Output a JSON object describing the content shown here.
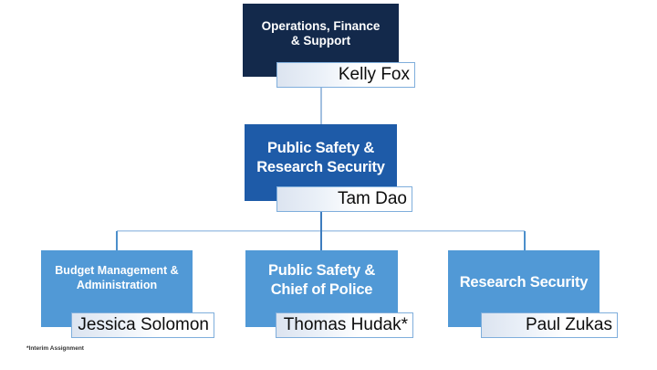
{
  "colors": {
    "navy": "#13294B",
    "blue": "#1E5BA8",
    "lightblue": "#5199D6",
    "plateborder": "#7FAEDC",
    "plate1": "#DCE4F0",
    "plate2": "#FFFFFF",
    "rail": "#A9C8E8",
    "vpale": "#A3C0E0",
    "vdark": "#3D7CBE",
    "vside": "#4C8FCB",
    "ink": "#0D0D0D"
  },
  "org": {
    "root": {
      "line1": "Operations, Finance",
      "line2": "& Support",
      "name": "Kelly Fox"
    },
    "manager": {
      "line1": "Public Safety &",
      "line2": "Research Security",
      "name": "Tam Dao"
    },
    "children": [
      {
        "line1": "Budget Management &",
        "line2": "Administration",
        "name": "Jessica Solomon"
      },
      {
        "line1": "Public Safety &",
        "line2": "Chief of Police",
        "name": "Thomas Hudak*"
      },
      {
        "line1": "Research Security",
        "name": "Paul Zukas"
      }
    ],
    "footnote": "*Interim Assignment"
  }
}
